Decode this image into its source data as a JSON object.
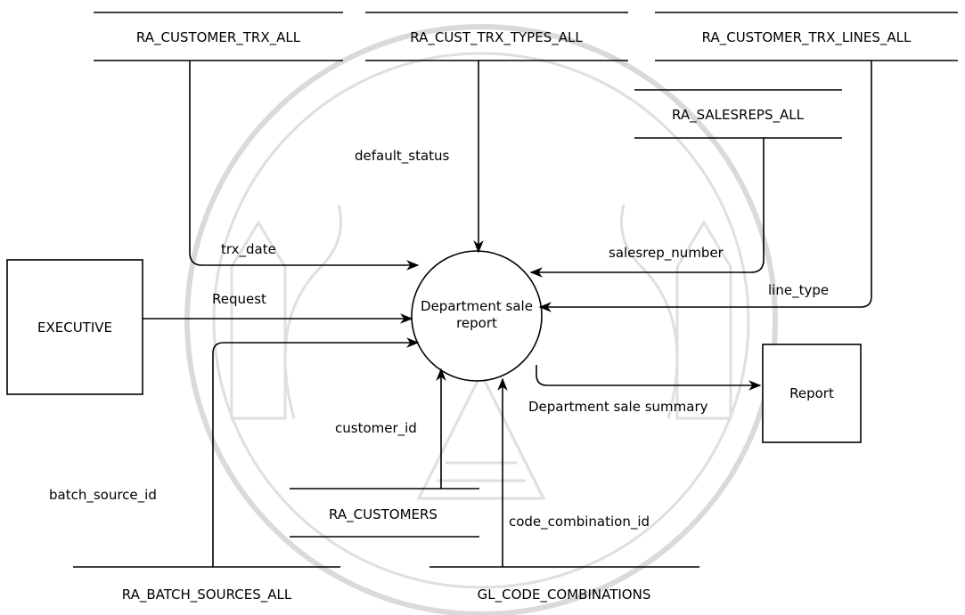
{
  "process": {
    "label_line1": "Department sale",
    "label_line2": "report"
  },
  "entities": {
    "executive": "EXECUTIVE",
    "report": "Report"
  },
  "stores": {
    "ra_customer_trx_all": "RA_CUSTOMER_TRX_ALL",
    "ra_cust_trx_types_all": "RA_CUST_TRX_TYPES_ALL",
    "ra_customer_trx_lines_all": "RA_CUSTOMER_TRX_LINES_ALL",
    "ra_salesreps_all": "RA_SALESREPS_ALL",
    "ra_customers": "RA_CUSTOMERS",
    "ra_batch_sources_all": "RA_BATCH_SOURCES_ALL",
    "gl_code_combinations": "GL_CODE_COMBINATIONS"
  },
  "flows": {
    "default_status": "default_status",
    "trx_date": "trx_date",
    "salesrep_number": "salesrep_number",
    "line_type": "line_type",
    "request": "Request",
    "customer_id": "customer_id",
    "batch_source_id": "batch_source_id",
    "code_combination_id": "code_combination_id",
    "department_sale_summary": "Department sale summary"
  }
}
